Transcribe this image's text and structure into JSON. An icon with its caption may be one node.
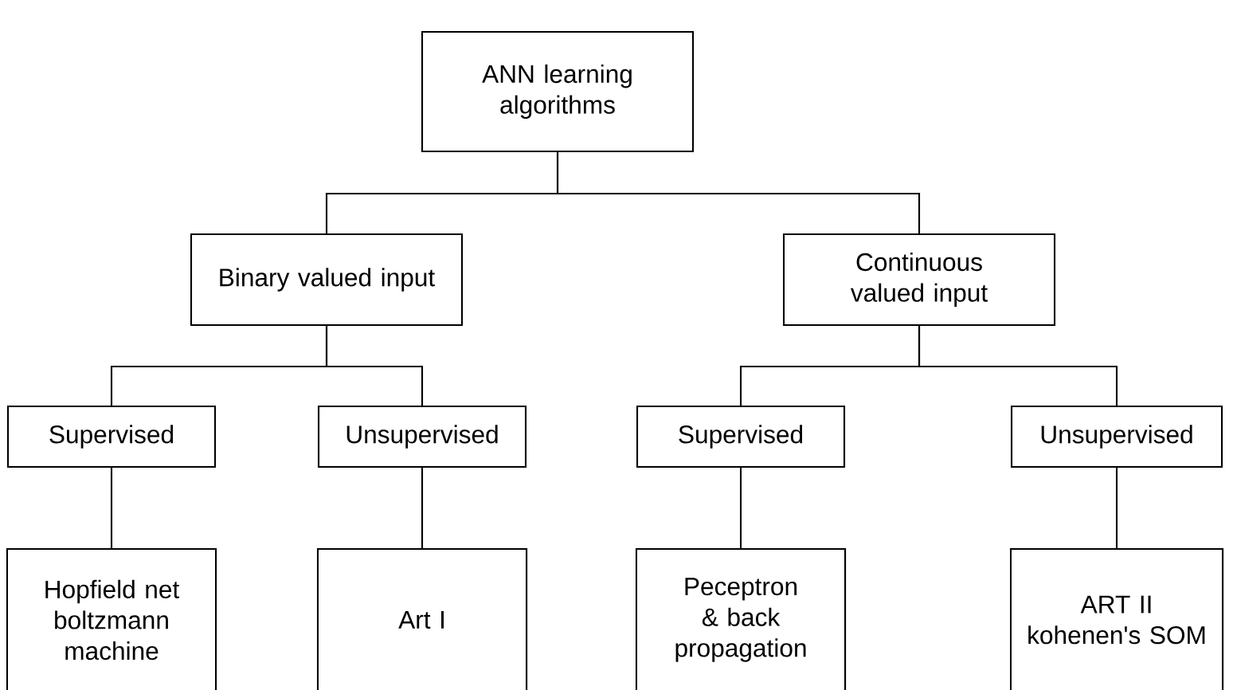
{
  "diagram": {
    "nodes": [
      {
        "text": [
          "ANN learning algorithms"
        ]
      },
      {
        "text": [
          "Binary valued input"
        ]
      },
      {
        "text": [
          "Continuous valued input"
        ]
      },
      {
        "text": [
          "Supervised"
        ]
      },
      {
        "text": [
          "Unsupervised"
        ]
      },
      {
        "text": [
          "Supervised"
        ]
      },
      {
        "text": [
          "Unsupervised"
        ]
      },
      {
        "text": [
          "Hopfield net boltzmann machine"
        ]
      },
      {
        "text": [
          "Art I"
        ]
      },
      {
        "text": [
          "Peceptron & back propagation"
        ]
      },
      {
        "text": [
          "ART II kohenen's SOM"
        ]
      }
    ],
    "edges": [
      {
        "from": 0,
        "to": 1,
        "arrow": "none"
      },
      {
        "from": 0,
        "to": 2,
        "arrow": "none"
      },
      {
        "from": 1,
        "to": 3,
        "arrow": "none"
      },
      {
        "from": 1,
        "to": 4,
        "arrow": "none"
      },
      {
        "from": 2,
        "to": 5,
        "arrow": "none"
      },
      {
        "from": 2,
        "to": 6,
        "arrow": "none"
      },
      {
        "from": 3,
        "to": 7,
        "arrow": "none"
      },
      {
        "from": 4,
        "to": 8,
        "arrow": "none"
      },
      {
        "from": 5,
        "to": 9,
        "arrow": "none"
      },
      {
        "from": 6,
        "to": 10,
        "arrow": "none"
      }
    ]
  }
}
